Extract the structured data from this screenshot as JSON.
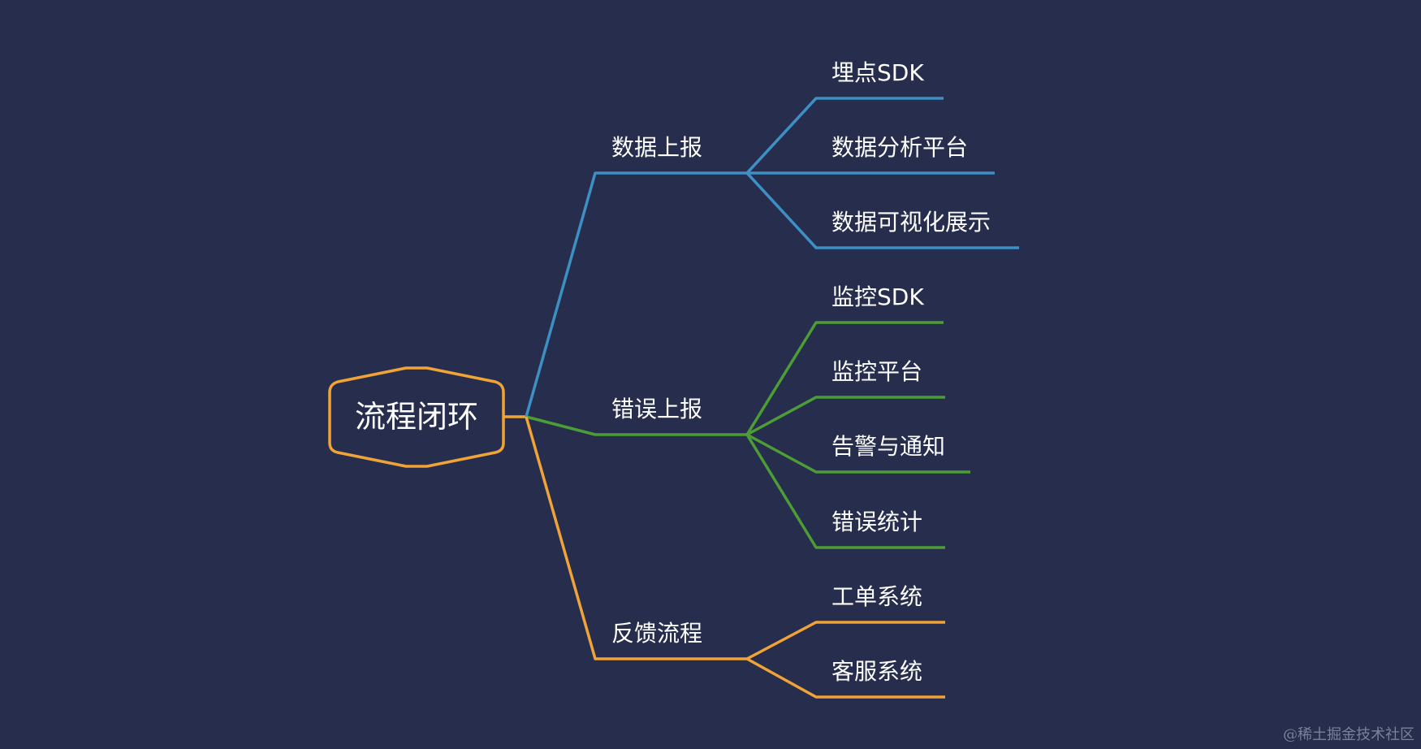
{
  "mindmap": {
    "root": {
      "label": "流程闭环",
      "color": "#f0a336"
    },
    "branches": [
      {
        "label": "数据上报",
        "color": "#3d8fc4",
        "leaves": [
          "埋点SDK",
          "数据分析平台",
          "数据可视化展示"
        ]
      },
      {
        "label": "错误上报",
        "color": "#4c9d35",
        "leaves": [
          "监控SDK",
          "监控平台",
          "告警与通知",
          "错误统计"
        ]
      },
      {
        "label": "反馈流程",
        "color": "#f0a336",
        "leaves": [
          "工单系统",
          "客服系统"
        ]
      }
    ]
  },
  "watermark": "@稀土掘金技术社区"
}
